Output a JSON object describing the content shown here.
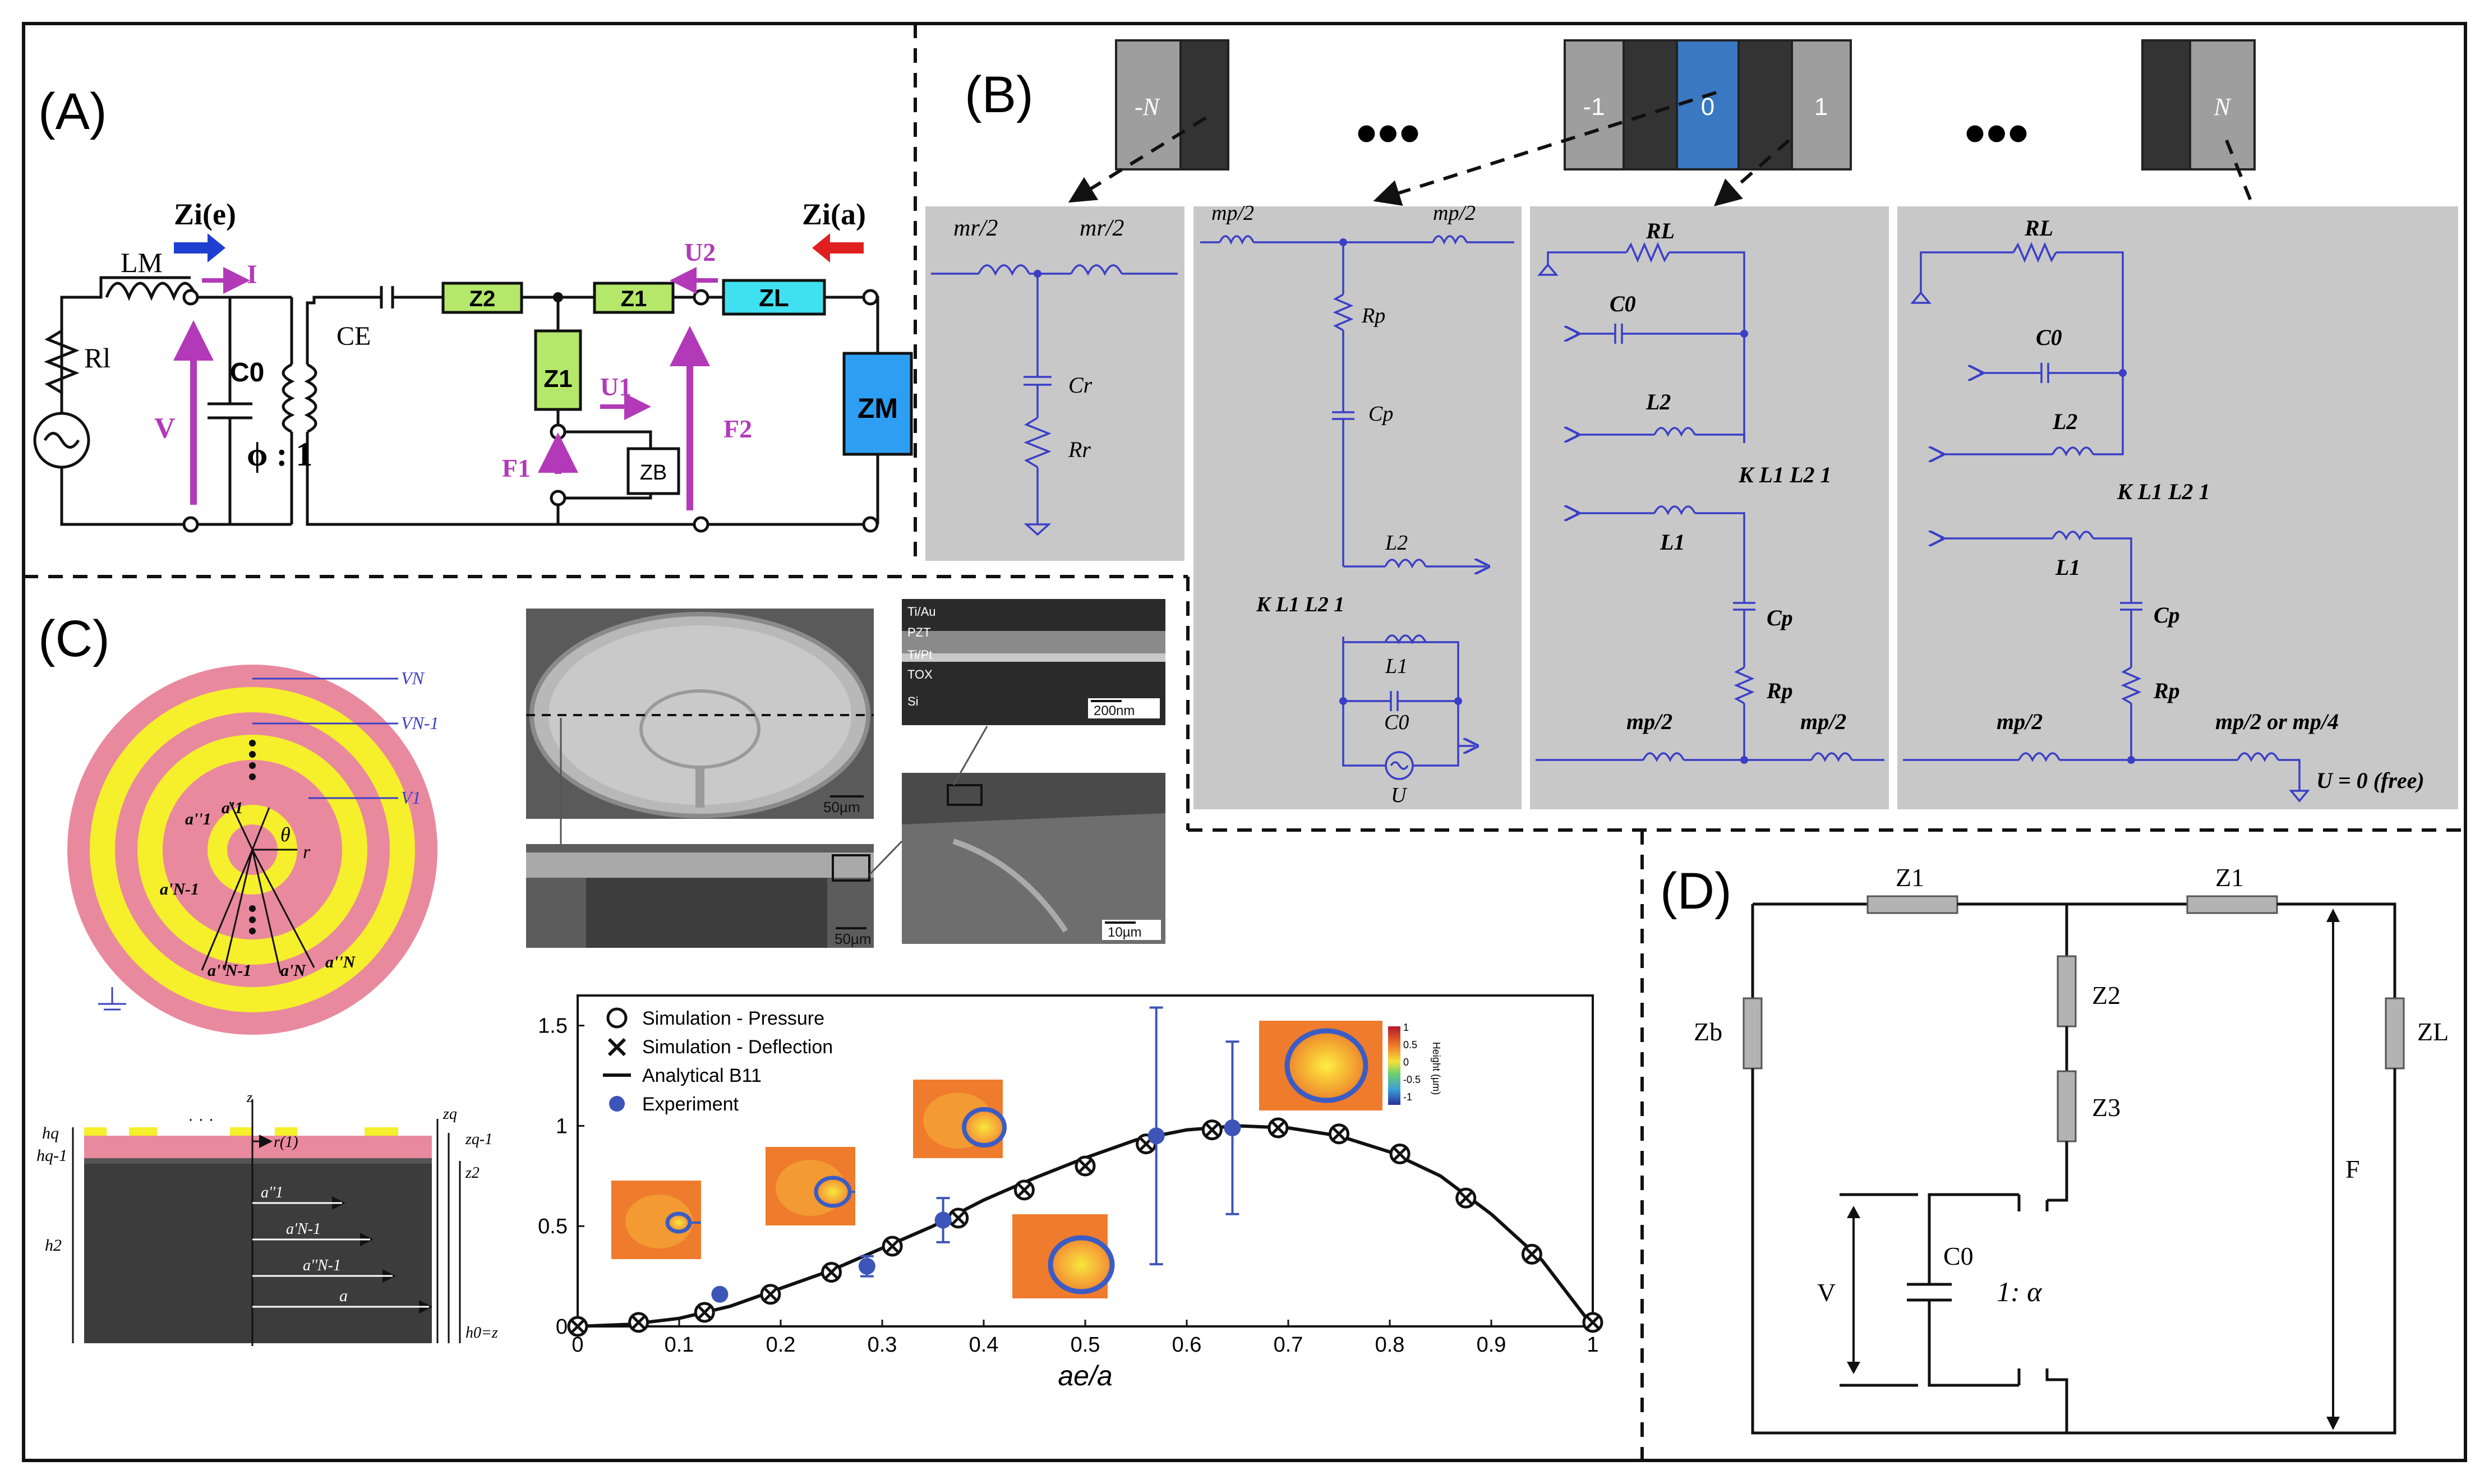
{
  "panels": {
    "a": "(A)",
    "b": "(B)",
    "c": "(C)",
    "d": "(D)"
  },
  "panel_a": {
    "zie": "Zi(e)",
    "zia": "Zi(a)",
    "lm": "LM",
    "rl": "Rl",
    "i": "I",
    "v": "V",
    "c0": "C0",
    "phi_ratio": "ϕ : 1",
    "ce": "CE",
    "z2": "Z2",
    "z1_top": "Z1",
    "z1_shunt": "Z1",
    "zl": "ZL",
    "zm": "ZM",
    "zb": "ZB",
    "u1": "U1",
    "u2": "U2",
    "f1": "F1",
    "f2": "F2"
  },
  "panel_b": {
    "cells": {
      "neg_n": "-N",
      "neg_one": "-1",
      "zero": "0",
      "one": "1",
      "n": "N"
    },
    "ellipsis": "•••",
    "c1": {
      "mr1": "mr/2",
      "mr2": "mr/2",
      "cr": "Cr",
      "rr": "Rr"
    },
    "c2": {
      "mp1": "mp/2",
      "mp2": "mp/2",
      "rp": "Rp",
      "cp": "Cp",
      "l2": "L2",
      "kl": "K L1 L2 1",
      "l1": "L1",
      "c0": "C0",
      "u": "U"
    },
    "c3": {
      "rl": "RL",
      "c0": "C0",
      "l2": "L2",
      "kl": "K L1 L2 1",
      "l1": "L1",
      "cp": "Cp",
      "rp": "Rp",
      "mp1": "mp/2",
      "mp2": "mp/2"
    },
    "c4": {
      "rl": "RL",
      "c0": "C0",
      "l2": "L2",
      "kl": "K L1 L2 1",
      "l1": "L1",
      "cp": "Cp",
      "rp": "Rp",
      "mp1": "mp/2",
      "mp_end": "mp/2 or mp/4",
      "u_free": "U = 0 (free)"
    }
  },
  "panel_c": {
    "ring_labels": {
      "vn": "VN",
      "vn1": "VN-1",
      "v1": "V1",
      "theta": "θ",
      "r": "r",
      "a1pp": "a''1",
      "a1p": "a'1",
      "an1p": "a'N-1",
      "an1pp": "a''N-1",
      "anp": "a'N",
      "anpp": "a''N"
    },
    "cross_labels": {
      "hq": "hq",
      "hq1": "hq-1",
      "h2": "h2",
      "zq": "zq",
      "zq1": "zq-1",
      "z2": "z2",
      "h0": "h0=z",
      "z": "z",
      "dots": "· · ·",
      "r1": "r(1)",
      "a1pp": "a''1",
      "an1p": "a'N-1",
      "an1pp": "a''N-1",
      "a": "a"
    },
    "sem": {
      "scale1": "50µm",
      "scale2": "50µm",
      "scale3": "200nm",
      "scale4": "10µm",
      "layers": [
        "Ti/Au",
        "PZT",
        "Ti/Pt",
        "TOX",
        "Si"
      ]
    },
    "colorbar": {
      "title": "Height (µm)",
      "ticks": [
        "1",
        "0.5",
        "0",
        "-0.5",
        "-1"
      ]
    }
  },
  "chart_data": {
    "type": "line",
    "xlabel": "ae/a",
    "ylabel": "",
    "xlim": [
      0,
      1
    ],
    "ylim": [
      0,
      1.65
    ],
    "xticks": [
      "0",
      "0.1",
      "0.2",
      "0.3",
      "0.4",
      "0.5",
      "0.6",
      "0.7",
      "0.8",
      "0.9",
      "1"
    ],
    "yticks": [
      "0",
      "0.5",
      "1",
      "1.5"
    ],
    "legend": [
      "Simulation - Pressure",
      "Simulation - Deflection",
      "Analytical B11",
      "Experiment"
    ],
    "legend_position": "top-left",
    "series": [
      {
        "name": "Analytical B11",
        "x": [
          0,
          0.05,
          0.1,
          0.15,
          0.2,
          0.25,
          0.3,
          0.35,
          0.4,
          0.45,
          0.5,
          0.55,
          0.6,
          0.65,
          0.7,
          0.75,
          0.8,
          0.85,
          0.9,
          0.95,
          1.0
        ],
        "y": [
          0,
          0.01,
          0.04,
          0.1,
          0.19,
          0.28,
          0.39,
          0.5,
          0.63,
          0.74,
          0.84,
          0.93,
          0.98,
          1.0,
          0.99,
          0.95,
          0.87,
          0.75,
          0.56,
          0.33,
          0.0
        ]
      },
      {
        "name": "Simulation - Pressure",
        "x": [
          0,
          0.06,
          0.125,
          0.19,
          0.25,
          0.31,
          0.375,
          0.44,
          0.5,
          0.56,
          0.625,
          0.69,
          0.75,
          0.81,
          0.875,
          0.94,
          1.0
        ],
        "y": [
          0.0,
          0.02,
          0.07,
          0.16,
          0.27,
          0.4,
          0.54,
          0.68,
          0.8,
          0.91,
          0.98,
          0.99,
          0.96,
          0.86,
          0.64,
          0.36,
          0.02
        ]
      },
      {
        "name": "Simulation - Deflection",
        "x": [
          0,
          0.06,
          0.125,
          0.19,
          0.25,
          0.31,
          0.375,
          0.44,
          0.5,
          0.56,
          0.625,
          0.69,
          0.75,
          0.81,
          0.875,
          0.94,
          1.0
        ],
        "y": [
          0.0,
          0.02,
          0.07,
          0.16,
          0.27,
          0.4,
          0.54,
          0.68,
          0.8,
          0.91,
          0.98,
          0.99,
          0.96,
          0.86,
          0.64,
          0.36,
          0.02
        ]
      },
      {
        "name": "Experiment",
        "x": [
          0.14,
          0.285,
          0.36,
          0.57,
          0.645
        ],
        "y": [
          0.16,
          0.3,
          0.53,
          0.95,
          0.99
        ],
        "err": [
          0.02,
          0.05,
          0.11,
          0.64,
          0.43
        ]
      }
    ]
  },
  "panel_d": {
    "z1a": "Z1",
    "z1b": "Z1",
    "z2": "Z2",
    "z3": "Z3",
    "zb": "Zb",
    "zl": "ZL",
    "c0": "C0",
    "v": "V",
    "ratio": "1:  α",
    "f": "F"
  }
}
